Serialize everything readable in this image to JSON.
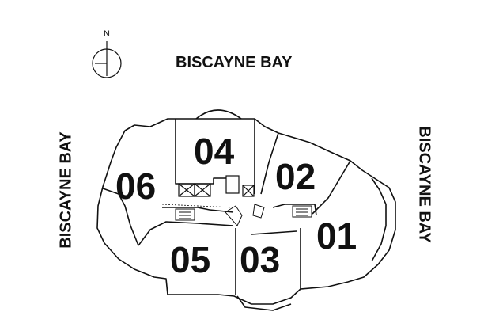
{
  "compass": {
    "label": "N",
    "icon": "north-arrow-icon"
  },
  "water_labels": {
    "top": "BISCAYNE BAY",
    "left": "BISCAYNE BAY",
    "right": "BISCAYNE BAY"
  },
  "units": {
    "u04": "04",
    "u02": "02",
    "u06": "06",
    "u01": "01",
    "u05": "05",
    "u03": "03"
  },
  "colors": {
    "ink": "#111111",
    "background": "#ffffff"
  }
}
